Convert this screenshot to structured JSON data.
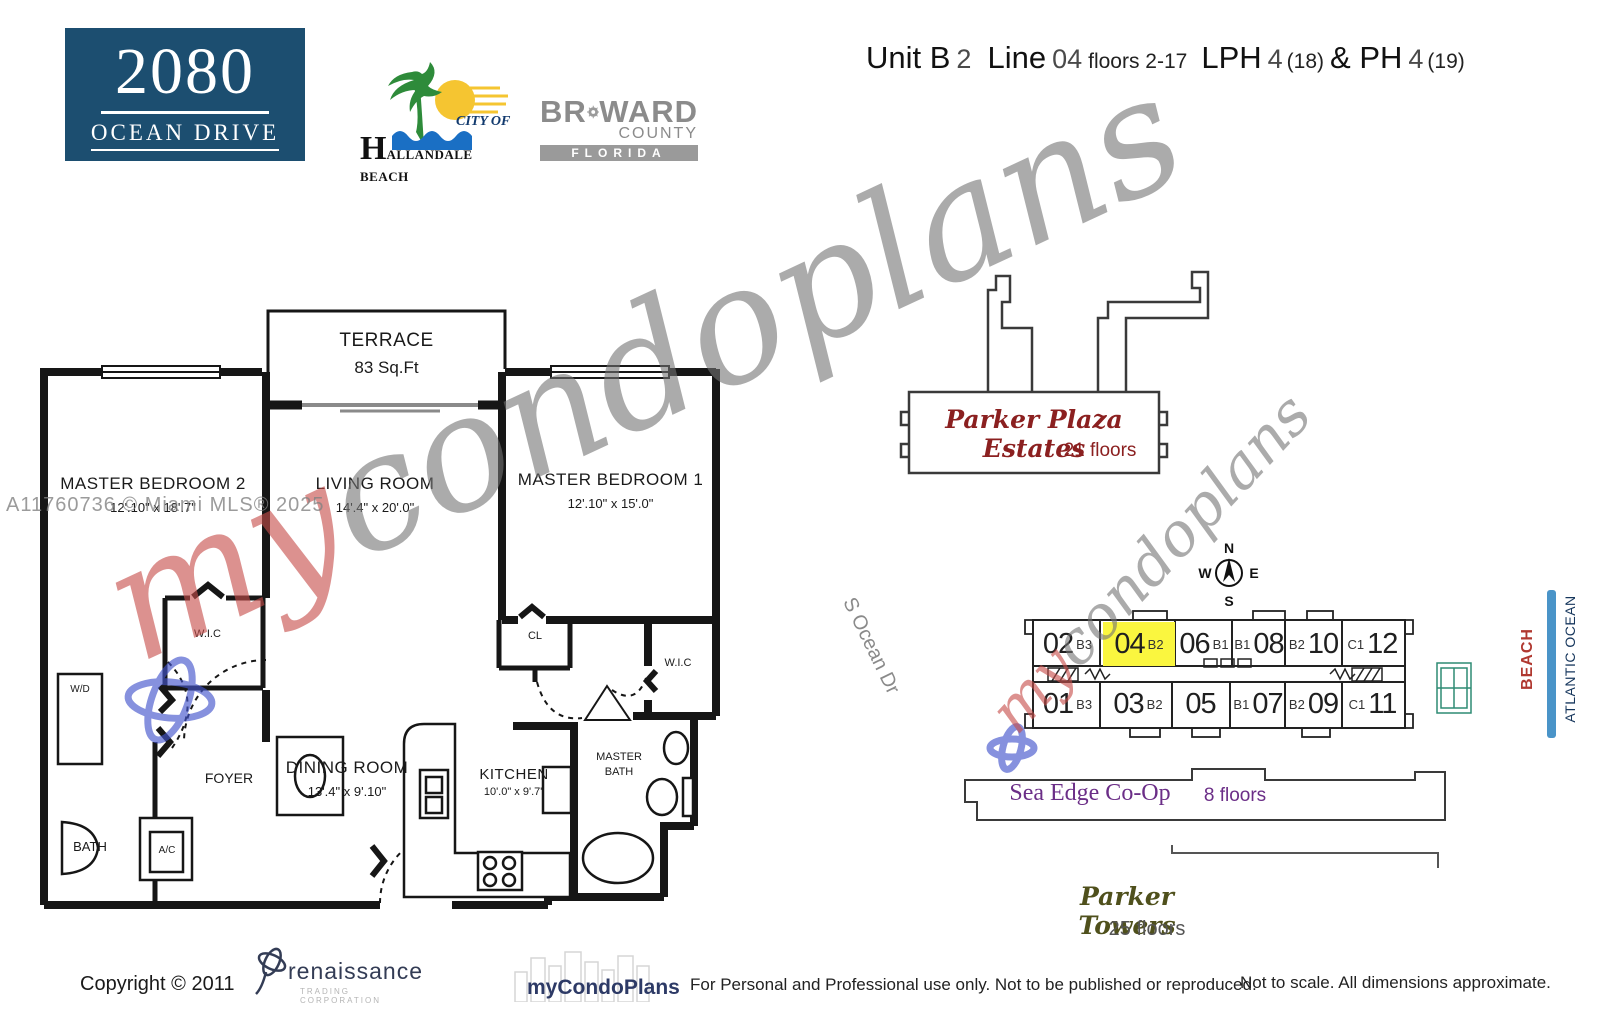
{
  "header": {
    "building": {
      "number": "2080",
      "street": "OCEAN DRIVE"
    },
    "hallandale": {
      "city_of": "CITY OF",
      "h": "H",
      "rest": "ALLANDALE BEACH"
    },
    "broward": {
      "br": "BR",
      "ward": "WARD",
      "county": "COUNTY",
      "florida": "FLORIDA"
    },
    "title": {
      "unit_label": "Unit B",
      "unit_num": "2",
      "line_label": "Line",
      "line_num": "04",
      "floors": "floors 2-17",
      "lph": "LPH",
      "lph_num": "4",
      "lph_floor": "(18)",
      "amp_ph": "& PH",
      "ph_num": "4",
      "ph_floor": "(19)"
    }
  },
  "watermarks": {
    "mls": "A11760736 © Miami MLS® 2025",
    "my": "my",
    "condoplans": "condoplans"
  },
  "floorplan": {
    "rooms": {
      "terrace": {
        "name": "TERRACE",
        "dims": "83 Sq.Ft"
      },
      "mb2": {
        "name": "MASTER BEDROOM 2",
        "dims": "12'.10\" x 18'.7\""
      },
      "living": {
        "name": "LIVING ROOM",
        "dims": "14'.4\" x 20'.0\""
      },
      "mb1": {
        "name": "MASTER BEDROOM 1",
        "dims": "12'.10\" x 15'.0\""
      },
      "dining": {
        "name": "DINING ROOM",
        "dims": "13'.4\" x 9'.10\""
      },
      "kitchen": {
        "name": "KITCHEN",
        "dims": "10'.0\" x 9'.7\""
      },
      "wic_left": "W.I.C",
      "wic_right": "W.I.C",
      "cl": "CL",
      "wd": "W/D",
      "foyer": "FOYER",
      "master_bath": "MASTER BATH",
      "bath": "BATH",
      "ac": "A/C"
    }
  },
  "siteplan": {
    "parker_plaza": {
      "name": "Parker Plaza Estates",
      "floors": "21 floors"
    },
    "sea_edge": {
      "name": "Sea Edge Co-Op",
      "floors": "8 floors"
    },
    "parker_towers": {
      "name": "Parker Towers",
      "floors": "25 floors"
    },
    "street": "S Ocean Dr",
    "beach": "BEACH",
    "ocean": "ATLANTIC OCEAN",
    "compass": {
      "n": "N",
      "s": "S",
      "e": "E",
      "w": "W"
    },
    "units": {
      "top": [
        {
          "num": "02",
          "type": "B3"
        },
        {
          "num": "04",
          "type": "B2"
        },
        {
          "num": "06",
          "type": "B1"
        },
        {
          "num": "08",
          "type": "B1"
        },
        {
          "num": "10",
          "type": "B2"
        },
        {
          "num": "12",
          "type": "C1"
        }
      ],
      "bottom": [
        {
          "num": "01",
          "type": "B3"
        },
        {
          "num": "03",
          "type": "B2"
        },
        {
          "num": "05",
          "type": ""
        },
        {
          "num": "07",
          "type": "B1"
        },
        {
          "num": "09",
          "type": "B2"
        },
        {
          "num": "11",
          "type": "C1"
        }
      ]
    },
    "highlight_color": "#faf63f"
  },
  "footer": {
    "copyright": "Copyright © 2011",
    "renaissance": {
      "name": "renaissance",
      "sub": "TRADING CORPORATION"
    },
    "mycondoplans": "myCondoPlans",
    "disclaimer1": "For Personal and Professional use only.  Not to be published or reproduced.",
    "disclaimer2": "Not to scale.  All dimensions approximate."
  },
  "colors": {
    "logo_navy": "#1c4e70",
    "highlight_yellow": "#faf63f",
    "parker_plaza_red": "#8b2020",
    "sea_edge_purple": "#6b2e87",
    "parker_towers_olive": "#4f501c",
    "beach_red": "#b03830",
    "ocean_navy": "#16365c",
    "ocean_bar_blue": "#4a94c8"
  }
}
